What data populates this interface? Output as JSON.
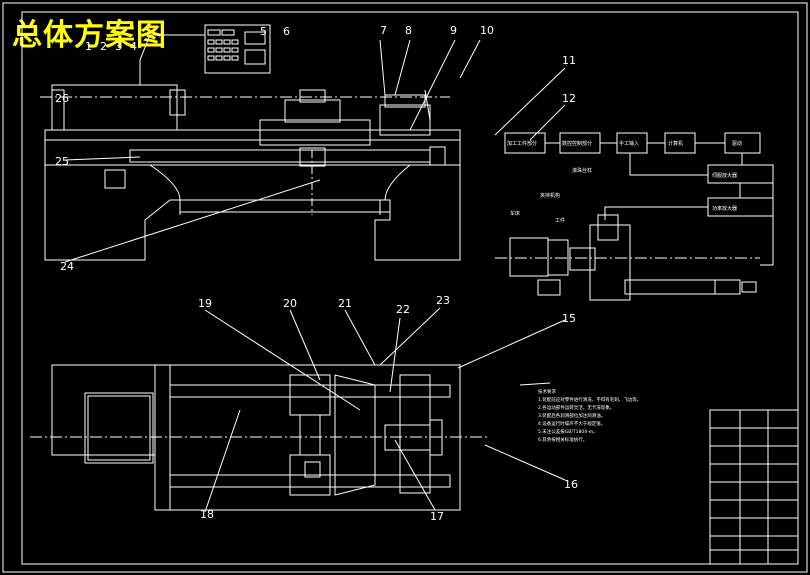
{
  "title": "总体方案图",
  "callouts": [
    "1",
    "2",
    "3",
    "4",
    "5",
    "6",
    "7",
    "8",
    "9",
    "10",
    "11",
    "12",
    "15",
    "16",
    "17",
    "18",
    "19",
    "20",
    "21",
    "22",
    "23",
    "24",
    "25",
    "26"
  ],
  "block_diagram": {
    "blocks": [
      "加工工件部分",
      "数控控制部分",
      "手工输入",
      "计算机",
      "驱动",
      "伺服放大器",
      "功率放大器"
    ],
    "labels": [
      "车床",
      "工件",
      "夹持机构",
      "滚珠丝杠"
    ]
  },
  "tech_requirements": {
    "heading": "技术要求",
    "lines": [
      "1.装配前应对零件进行清洗，不得有毛刺、飞边等。",
      "2.各运动部件运转灵活，无卡滞现象。",
      "3.装配后各润滑部位加注润滑油。",
      "4.设备运行时噪声不大于规定值。",
      "5.未注公差按GB/T1804-m。",
      "6.其余按相关标准执行。"
    ]
  },
  "colors": {
    "background": "#000000",
    "lines": "#ffffff",
    "title": "#ffff00"
  }
}
